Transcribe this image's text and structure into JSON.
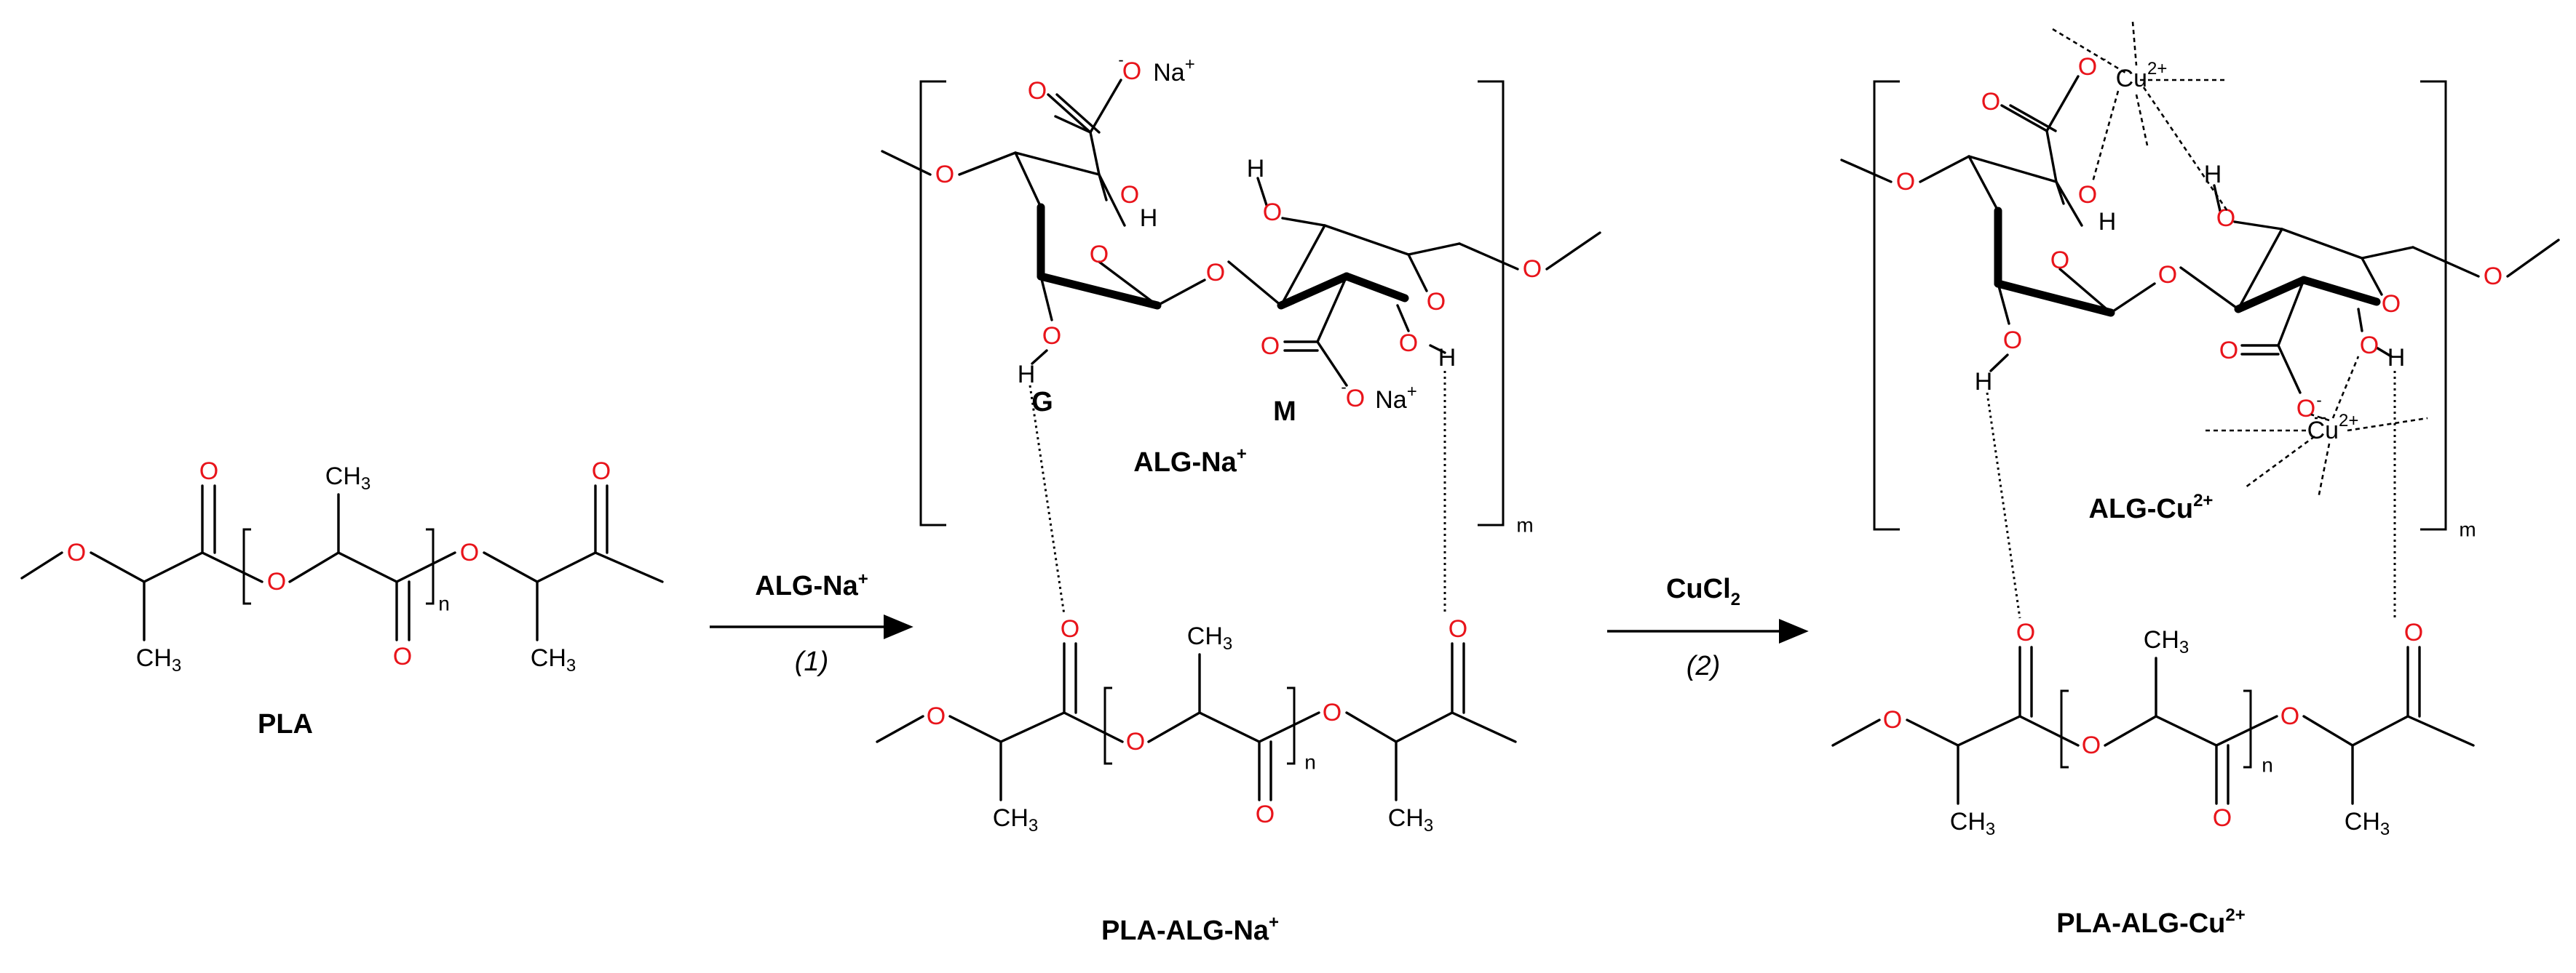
{
  "labels": {
    "pla": "PLA",
    "alg_na": "ALG-Na",
    "alg_na_sup": "+",
    "alg_cu": "ALG-Cu",
    "alg_cu_sup": "2+",
    "pla_alg_na": "PLA-ALG-Na",
    "pla_alg_na_sup": "+",
    "pla_alg_cu": "PLA-ALG-Cu",
    "pla_alg_cu_sup": "2+",
    "g_unit": "G",
    "m_unit": "M"
  },
  "reactions": {
    "step1_reagent": "ALG-Na",
    "step1_reagent_sup": "+",
    "step1_number": "1",
    "step2_reagent": "CuCl",
    "step2_reagent_sub": "2",
    "step2_number": "2"
  },
  "atoms": {
    "oxygen": "O",
    "hydrogen": "H",
    "methyl": "CH",
    "methyl_sub": "3",
    "sodium": "Na",
    "sodium_charge": "+",
    "copper": "Cu",
    "copper_charge": "2+",
    "oxide_charge": "-",
    "repeat_n": "n",
    "repeat_m": "m"
  },
  "colors": {
    "oxygen": "#e8141b",
    "bond": "#000000"
  }
}
